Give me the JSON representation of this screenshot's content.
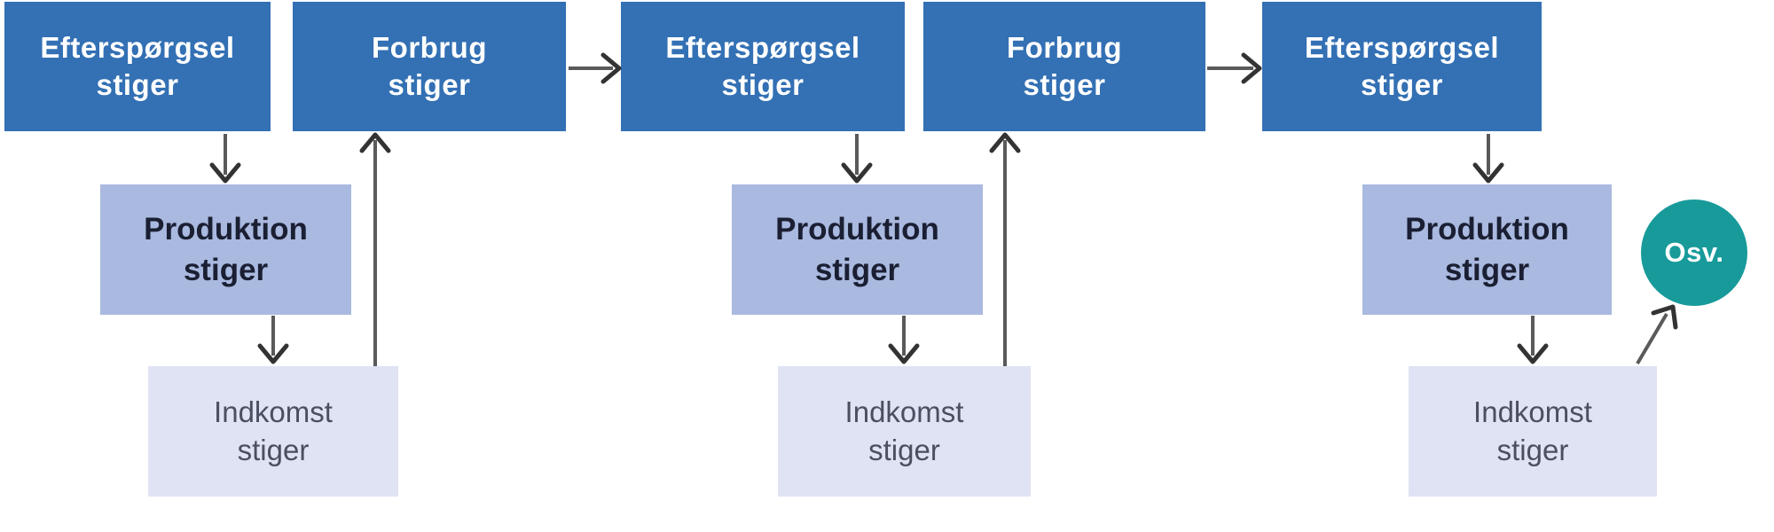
{
  "diagram": {
    "top_row": [
      {
        "label": "Efterspørgsel\nstiger"
      },
      {
        "label": "Forbrug\nstiger"
      },
      {
        "label": "Efterspørgsel\nstiger"
      },
      {
        "label": "Forbrug\nstiger"
      },
      {
        "label": "Efterspørgsel\nstiger"
      }
    ],
    "production_row": [
      {
        "label": "Produktion\nstiger"
      },
      {
        "label": "Produktion\nstiger"
      },
      {
        "label": "Produktion\nstiger"
      }
    ],
    "income_row": [
      {
        "label": "Indkomst\nstiger"
      },
      {
        "label": "Indkomst\nstiger"
      },
      {
        "label": "Indkomst\nstiger"
      }
    ],
    "etc_circle": {
      "label": "Osv."
    },
    "colors": {
      "demand_consumption_box": "#3370b4",
      "production_box": "#a9b9df",
      "income_box": "#dfe3f4",
      "etc_circle": "#189a9a",
      "top_box_text": "#ffffff",
      "production_text": "#1b1f33",
      "income_text": "#4a4f61",
      "arrow_shaft": "#5a5a5a",
      "arrow_head": "#333333"
    }
  }
}
